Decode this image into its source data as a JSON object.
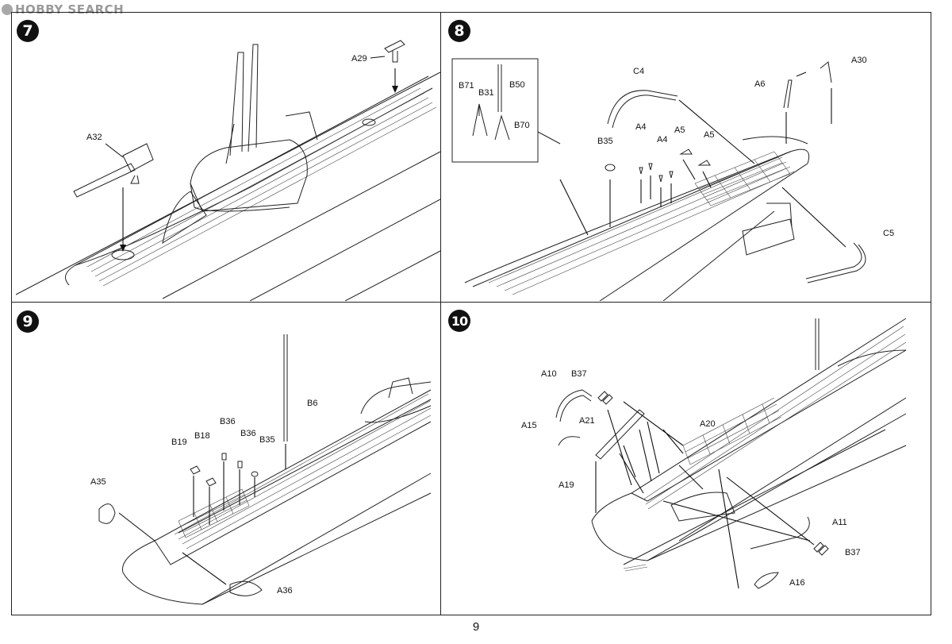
{
  "watermark": {
    "text": "HOBBY SEARCH"
  },
  "page": {
    "number": "9"
  },
  "steps": [
    {
      "number": "7",
      "labels": [
        "A29",
        "A32"
      ]
    },
    {
      "number": "8",
      "labels": [
        "B71",
        "B50",
        "B31",
        "B70",
        "C4",
        "A6",
        "A30",
        "B35",
        "A4",
        "A5",
        "A4",
        "A5",
        "C5"
      ]
    },
    {
      "number": "9",
      "labels": [
        "B6",
        "B36",
        "B36",
        "B19",
        "B18",
        "B35",
        "A35",
        "A36"
      ]
    },
    {
      "number": "10",
      "labels": [
        "A10",
        "B37",
        "A21",
        "A20",
        "A15",
        "A19",
        "A11",
        "B37",
        "A16"
      ]
    }
  ],
  "colors": {
    "line": "#222222",
    "badge": "#111111",
    "watermark": "#9a9a9a"
  }
}
